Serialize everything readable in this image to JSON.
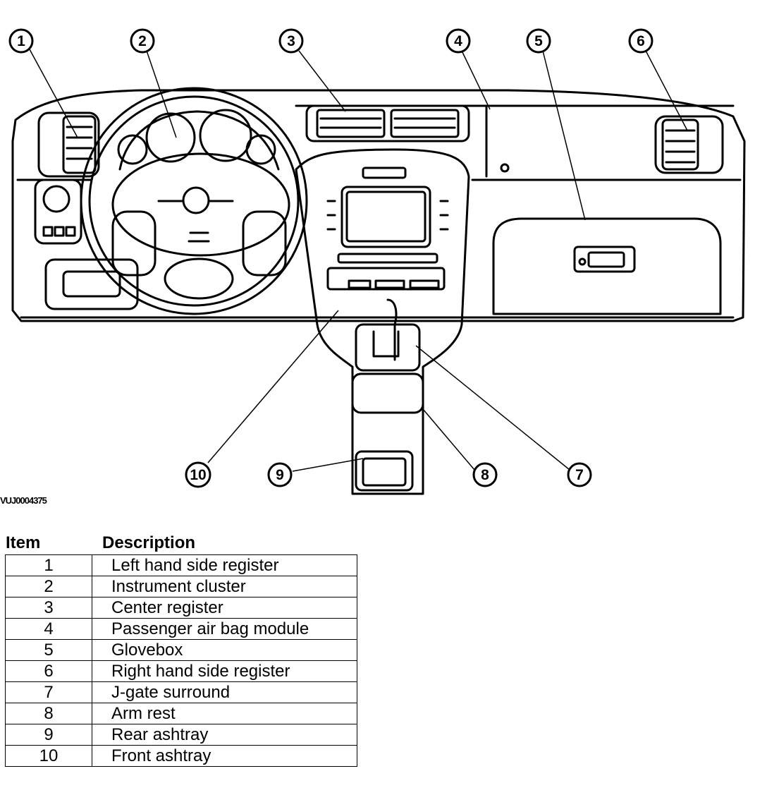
{
  "figure_code": "VUJ0004375",
  "callouts": [
    "1",
    "2",
    "3",
    "4",
    "5",
    "6",
    "7",
    "8",
    "9",
    "10"
  ],
  "table": {
    "headers": {
      "item": "Item",
      "description": "Description"
    },
    "rows": [
      {
        "item": "1",
        "description": "Left hand side register"
      },
      {
        "item": "2",
        "description": "Instrument cluster"
      },
      {
        "item": "3",
        "description": "Center register"
      },
      {
        "item": "4",
        "description": "Passenger air bag module"
      },
      {
        "item": "5",
        "description": "Glovebox"
      },
      {
        "item": "6",
        "description": "Right hand side register"
      },
      {
        "item": "7",
        "description": "J-gate surround"
      },
      {
        "item": "8",
        "description": "Arm rest"
      },
      {
        "item": "9",
        "description": "Rear ashtray"
      },
      {
        "item": "10",
        "description": "Front ashtray"
      }
    ]
  }
}
